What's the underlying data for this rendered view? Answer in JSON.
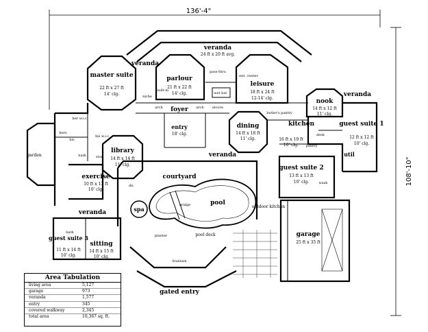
{
  "dimensions": {
    "width_label": "136'-4\"",
    "depth_label": "108'-10\""
  },
  "rooms": {
    "veranda_top": {
      "name": "veranda",
      "size": "24 ft x 20 ft avg."
    },
    "veranda_tl": {
      "name": "veranda"
    },
    "veranda_tr": {
      "name": "veranda"
    },
    "master_suite": {
      "name": "master suite",
      "size": "22 ft x 27 ft",
      "clg": "14' clg."
    },
    "parlour": {
      "name": "parlour",
      "size": "21 ft x 22 ft",
      "clg": "14' clg."
    },
    "leisure": {
      "name": "leisure",
      "size": "18 ft x 24 ft",
      "clg": "12-14' clg."
    },
    "nook": {
      "name": "nook",
      "size": "14 ft x 12 ft",
      "clg": "11' clg."
    },
    "foyer": {
      "name": "foyer"
    },
    "entry": {
      "name": "entry",
      "clg": "18' clg."
    },
    "dining": {
      "name": "dining",
      "size": "14 ft x 18 ft",
      "clg": "11' clg."
    },
    "kitchen": {
      "name": "kitchen",
      "size": "16 ft x 19 ft",
      "clg": "10' clg."
    },
    "guest_suite_1": {
      "name": "guest suite 1",
      "size": "12 ft x 12 ft",
      "clg": "10' clg."
    },
    "library": {
      "name": "library",
      "size": "14 ft x 14 ft",
      "clg": "11' clg."
    },
    "exercise": {
      "name": "exercise",
      "size": "10 ft x 13 ft",
      "clg": "10' clg."
    },
    "courtyard": {
      "name": "courtyard"
    },
    "veranda_mid": {
      "name": "veranda"
    },
    "spa": {
      "name": "spa"
    },
    "pool": {
      "name": "pool"
    },
    "guest_suite_2": {
      "name": "guest suite 2",
      "size": "13 ft x 13 ft",
      "clg": "10' clg."
    },
    "garage": {
      "name": "garage",
      "size": "25 ft x 35 ft"
    },
    "veranda_bl": {
      "name": "veranda"
    },
    "guest_suite_3": {
      "name": "guest suite 3",
      "size": "11 ft x 14 ft",
      "clg": "10' clg."
    },
    "sitting": {
      "name": "sitting",
      "size": "14 ft x 15 ft",
      "clg": "10' clg."
    },
    "gated_entry": {
      "name": "gated entry"
    },
    "garden": {
      "name": "garden"
    },
    "outdoor_kitchen": {
      "name": "outdoor kitchen"
    },
    "pool_deck": {
      "name": "pool deck"
    },
    "util": {
      "name": "util"
    }
  },
  "small_labels": {
    "wet_bar": "wet bar",
    "pass_thru": "pass-thru",
    "built_in": "built-in",
    "entertainment": "ent. center",
    "niche": "niche",
    "arch": "arch",
    "alcove": "alcove",
    "her_wic": "her w.i.c.",
    "his_wic": "his w.i.c.",
    "his": "his",
    "hers": "hers",
    "bath": "bath",
    "stor": "stor",
    "dn": "dn.",
    "butler_pantry": "butler's pantry",
    "bridge": "bridge",
    "planter": "planter",
    "fountain": "fountain",
    "bath_3": "bath",
    "desk": "desk",
    "pantry": "pantry",
    "wash": "wash"
  },
  "area_tabulation": {
    "title": "Area Tabulation",
    "rows": [
      {
        "label": "living area",
        "value": "5,127"
      },
      {
        "label": "garage",
        "value": "973"
      },
      {
        "label": "veranda",
        "value": "1,577"
      },
      {
        "label": "entry",
        "value": "345"
      },
      {
        "label": "covered walkway",
        "value": "2,345"
      },
      {
        "label": "total area",
        "value": "10,367 sq. ft."
      }
    ]
  }
}
